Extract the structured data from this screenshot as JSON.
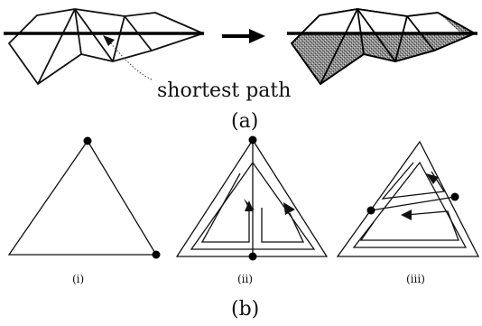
{
  "part_a": {
    "annotation": "shortest path",
    "caption": "(a)"
  },
  "part_b": {
    "caption": "(b)",
    "panels": [
      {
        "label": "(i)"
      },
      {
        "label": "(ii)"
      },
      {
        "label": "(iii)"
      }
    ]
  }
}
